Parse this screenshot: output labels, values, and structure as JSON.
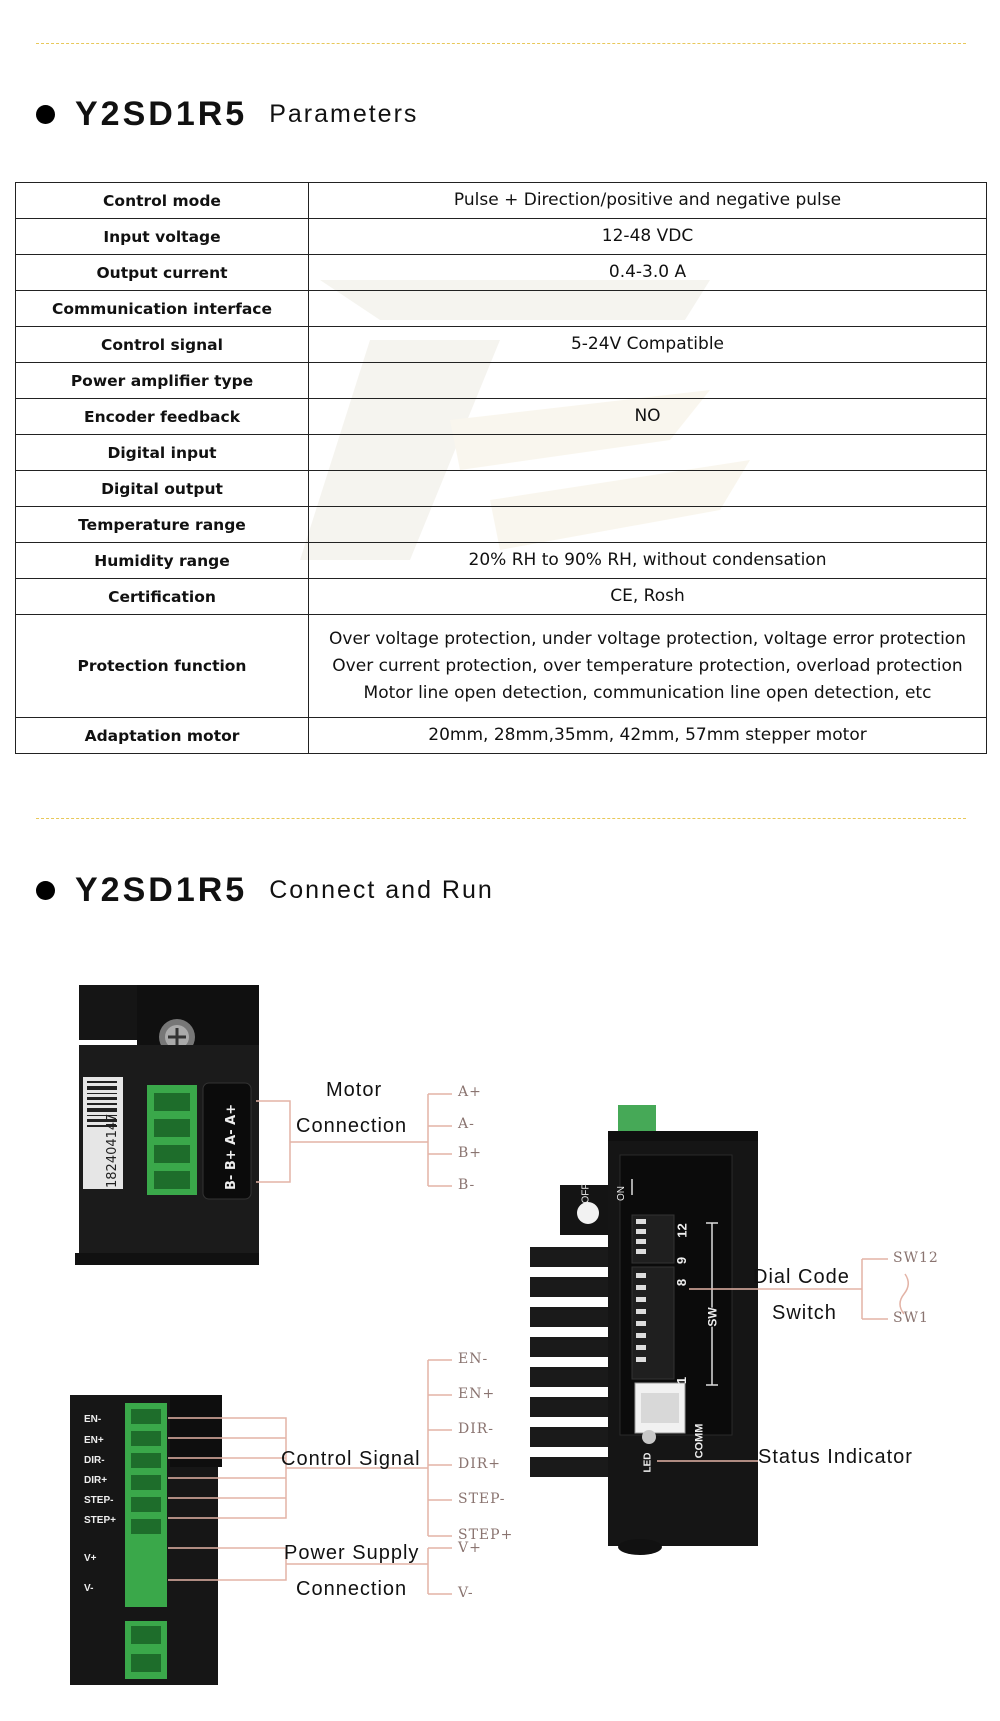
{
  "section1": {
    "model": "Y2SD1R5",
    "subtitle": "Parameters"
  },
  "params": [
    {
      "key": "Control mode",
      "value": "Pulse + Direction/positive and negative pulse"
    },
    {
      "key": "Input voltage",
      "value": "12-48 VDC"
    },
    {
      "key": "Output current",
      "value": "0.4-3.0 A"
    },
    {
      "key": "Communication interface",
      "value": ""
    },
    {
      "key": "Control signal",
      "value": "5-24V Compatible"
    },
    {
      "key": "Power amplifier type",
      "value": ""
    },
    {
      "key": "Encoder feedback",
      "value": "NO"
    },
    {
      "key": "Digital input",
      "value": ""
    },
    {
      "key": "Digital output",
      "value": ""
    },
    {
      "key": "Temperature range",
      "value": ""
    },
    {
      "key": "Humidity range",
      "value": "20% RH to 90% RH, without condensation"
    },
    {
      "key": "Certification",
      "value": "CE, Rosh"
    },
    {
      "key": "Protection function",
      "value_lines": [
        "Over voltage protection, under voltage protection, voltage error protection",
        "Over current protection, over temperature protection, overload protection",
        "Motor line open detection, communication line open detection, etc"
      ]
    },
    {
      "key": "Adaptation motor",
      "value": "20mm, 28mm,35mm, 42mm, 57mm stepper motor"
    }
  ],
  "section2": {
    "model": "Y2SD1R5",
    "subtitle": "Connect and Run"
  },
  "motor": {
    "title_line1": "Motor",
    "title_line2": "Connection",
    "terminal_label": "B- B+ A- A+",
    "serial": "182404147",
    "pins": [
      "A+",
      "A-",
      "B+",
      "B-"
    ]
  },
  "control": {
    "title": "Control Signal",
    "pins": [
      "EN-",
      "EN+",
      "DIR-",
      "DIR+",
      "STEP-",
      "STEP+"
    ],
    "terminal_labels": [
      "EN-",
      "EN+",
      "DIR-",
      "DIR+",
      "STEP-",
      "STEP+",
      "V+",
      "V-"
    ]
  },
  "power": {
    "title_line1": "Power Supply",
    "title_line2": "Connection",
    "pins": [
      "V+",
      "V-"
    ]
  },
  "dial": {
    "title_line1": "Dial Code",
    "title_line2": "Switch",
    "pin_top": "SW12",
    "pin_bottom": "SW1",
    "off_label": "OFF",
    "on_label": "ON",
    "numbers": [
      "12",
      "9",
      "8",
      "1"
    ],
    "sw_label": "SW",
    "comm_label": "COMM",
    "led_label": "LED"
  },
  "status": {
    "title": "Status Indicator"
  },
  "colors": {
    "dash": "#e8c85a",
    "leader": "#e3b3a6",
    "terminal_green": "#3aa84a",
    "pin_text": "#8a7470"
  }
}
